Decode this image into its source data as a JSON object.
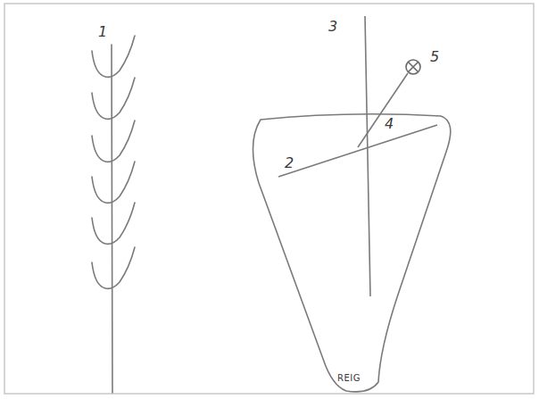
{
  "diagram": {
    "labels": [
      "1",
      "3",
      "5",
      "4",
      "2",
      "REIG"
    ]
  }
}
